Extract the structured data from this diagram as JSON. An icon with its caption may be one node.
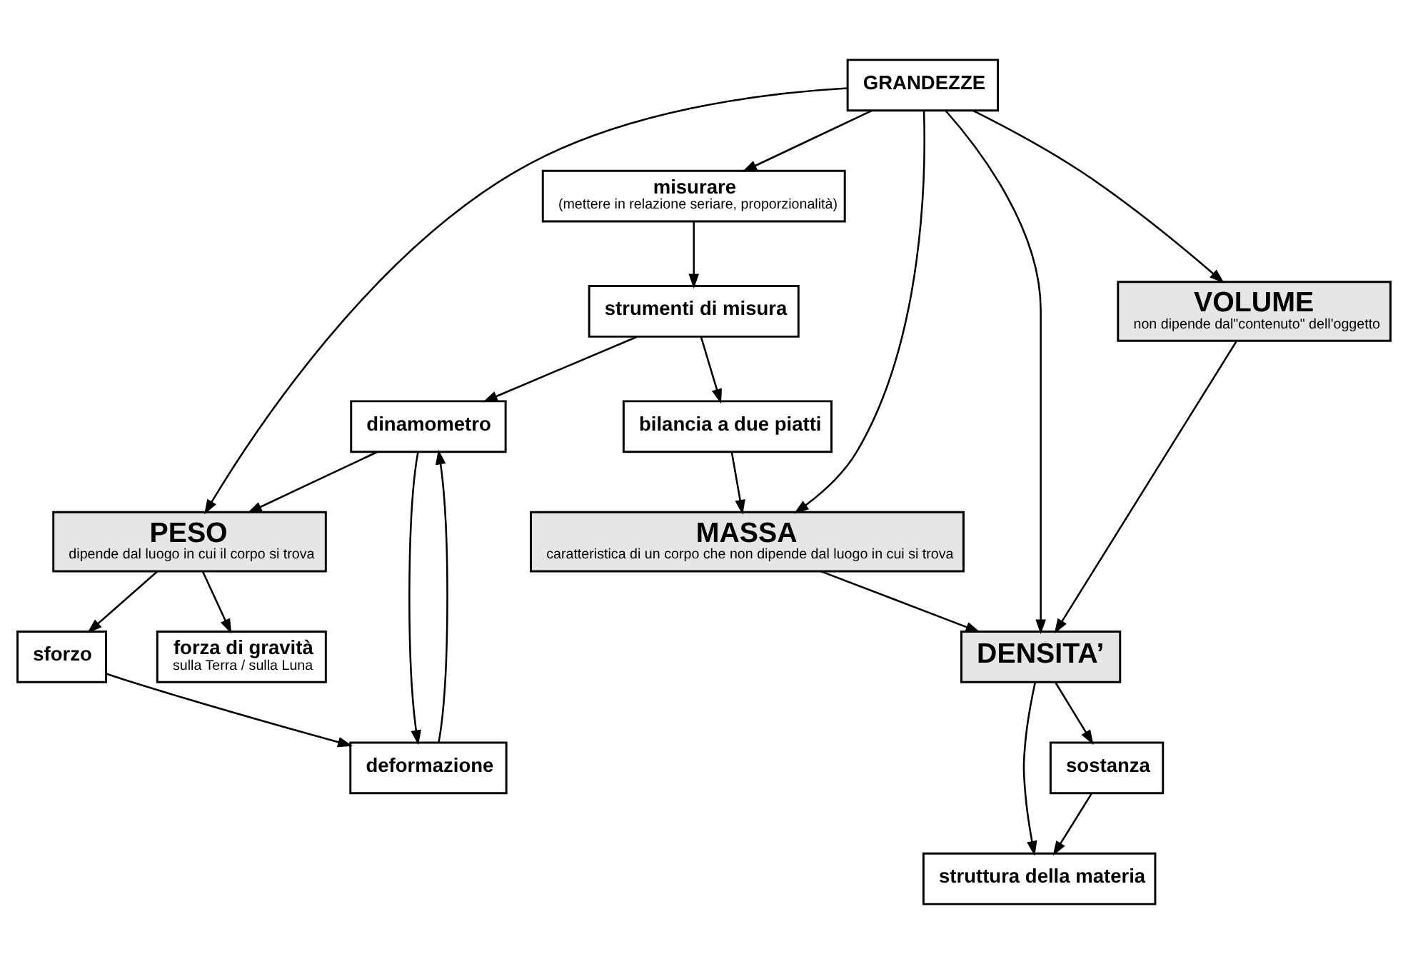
{
  "diagram": {
    "nodes": [
      {
        "text": [
          "strumenti di misura"
        ]
      },
      {
        "text": [
          "dinamometro"
        ]
      },
      {
        "text": [
          "bilancia a due piatti"
        ]
      },
      {
        "text": [
          "deformazione"
        ]
      },
      {
        "text": [
          "sforzo"
        ]
      },
      {
        "text": [
          "misurare",
          "(mettere in relazione seriare, proporzionalità)"
        ]
      },
      {
        "text": [
          "MASSA",
          "caratteristica di un corpo che non dipende dal luogo in cui si trova"
        ]
      },
      {
        "text": [
          "PESO",
          "dipende dal luogo in cui il corpo si trova"
        ]
      },
      {
        "text": [
          "forza di gravità",
          "sulla Terra / sulla Luna"
        ]
      },
      {
        "text": [
          "GRANDEZZE"
        ]
      },
      {
        "text": [
          "VOLUME",
          "non dipende dal\"contenuto\" dell'oggetto"
        ]
      },
      {
        "text": [
          "DENSITA’"
        ]
      },
      {
        "text": [
          "sostanza"
        ]
      },
      {
        "text": [
          "struttura della materia"
        ]
      }
    ],
    "edges": [
      {
        "from": 0,
        "to": 1,
        "arrow": "to"
      },
      {
        "from": 0,
        "to": 2,
        "arrow": "to"
      },
      {
        "from": 1,
        "to": 3,
        "arrow": "to"
      },
      {
        "from": 3,
        "to": 1,
        "arrow": "to"
      },
      {
        "from": 1,
        "to": 7,
        "arrow": "to"
      },
      {
        "from": 2,
        "to": 6,
        "arrow": "to"
      },
      {
        "from": 4,
        "to": 3,
        "arrow": "to"
      },
      {
        "from": 7,
        "to": 4,
        "arrow": "to"
      },
      {
        "from": 5,
        "to": 0,
        "arrow": "to"
      },
      {
        "from": 9,
        "to": 5,
        "arrow": "to"
      },
      {
        "from": 9,
        "to": 6,
        "arrow": "to"
      },
      {
        "from": 9,
        "to": 7,
        "arrow": "to"
      },
      {
        "from": 7,
        "to": 8,
        "arrow": "to"
      },
      {
        "from": 6,
        "to": 11,
        "arrow": "to"
      },
      {
        "from": 9,
        "to": 10,
        "arrow": "to"
      },
      {
        "from": 9,
        "to": 11,
        "arrow": "to"
      },
      {
        "from": 10,
        "to": 11,
        "arrow": "to"
      },
      {
        "from": 11,
        "to": 12,
        "arrow": "to"
      },
      {
        "from": 11,
        "to": 13,
        "arrow": "to"
      },
      {
        "from": 12,
        "to": 13,
        "arrow": "to"
      }
    ]
  }
}
